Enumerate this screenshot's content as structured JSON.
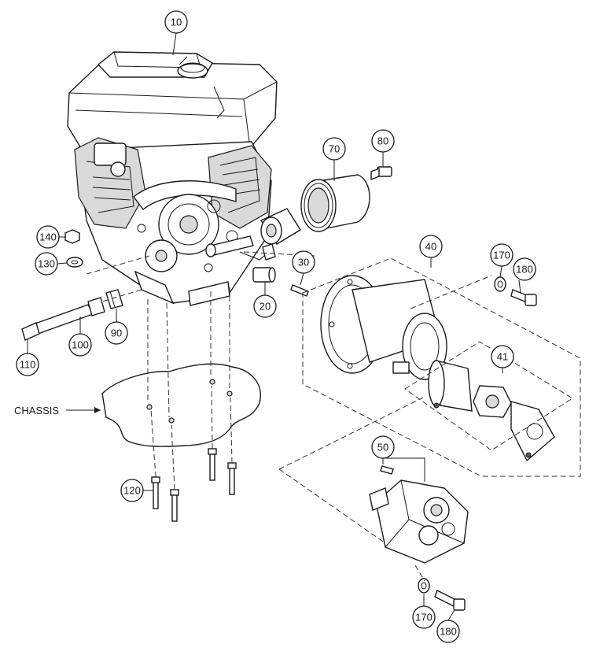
{
  "callouts": {
    "c10": "10",
    "c20": "20",
    "c30": "30",
    "c40": "40",
    "c41": "41",
    "c50": "50",
    "c70": "70",
    "c80": "80",
    "c90": "90",
    "c100": "100",
    "c110": "110",
    "c120": "120",
    "c130": "130",
    "c140": "140",
    "c170a": "170",
    "c180a": "180",
    "c170b": "170",
    "c180b": "180"
  },
  "chassis_label": "CHASSIS"
}
